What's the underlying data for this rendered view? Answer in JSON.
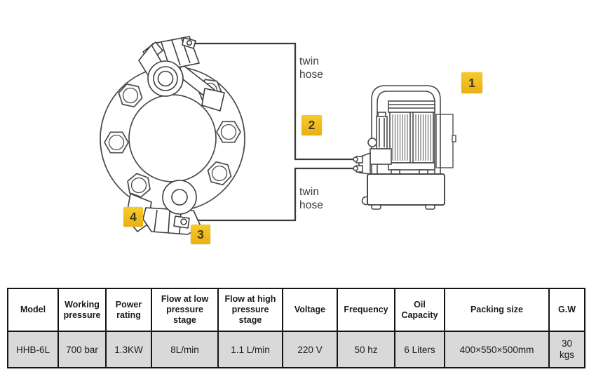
{
  "diagram": {
    "hose_label_top": "twin hose",
    "hose_label_bottom": "twin hose",
    "callouts": [
      {
        "label": "1"
      },
      {
        "label": "2"
      },
      {
        "label": "3"
      },
      {
        "label": "4"
      }
    ]
  },
  "table": {
    "headers": [
      "Model",
      "Working pressure",
      "Power rating",
      "Flow at low pressure stage",
      "Flow at high pressure stage",
      "Voltage",
      "Frequency",
      "Oil Capacity",
      "Packing size",
      "G.W"
    ],
    "rows": [
      [
        "HHB-6L",
        "700 bar",
        "1.3KW",
        "8L/min",
        "1.1 L/min",
        "220 V",
        "50 hz",
        "6 Liters",
        "400×550×500mm",
        "30 kgs"
      ]
    ]
  },
  "colors": {
    "callout_bg_top": "#F6CA2E",
    "callout_bg_bottom": "#EAB011",
    "callout_text": "#403A24",
    "table_row_bg": "#D9D9D9",
    "diagram_line": "#3A3A3A"
  }
}
